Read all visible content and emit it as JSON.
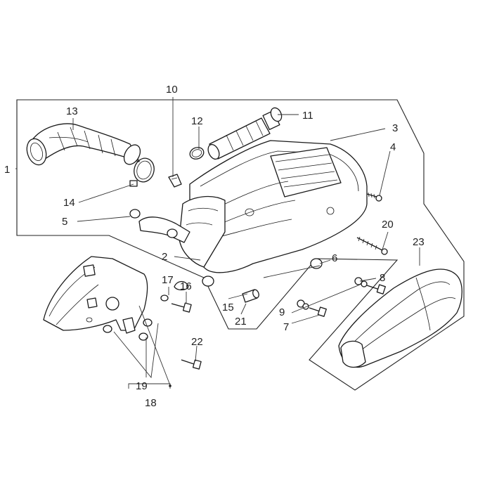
{
  "callouts": [
    {
      "id": "1",
      "text": "1"
    },
    {
      "id": "2",
      "text": "2"
    },
    {
      "id": "3",
      "text": "3"
    },
    {
      "id": "4",
      "text": "4"
    },
    {
      "id": "5",
      "text": "5"
    },
    {
      "id": "6",
      "text": "6"
    },
    {
      "id": "7",
      "text": "7"
    },
    {
      "id": "8",
      "text": "8"
    },
    {
      "id": "9",
      "text": "9"
    },
    {
      "id": "10",
      "text": "10"
    },
    {
      "id": "11",
      "text": "11"
    },
    {
      "id": "12",
      "text": "12"
    },
    {
      "id": "13",
      "text": "13"
    },
    {
      "id": "14",
      "text": "14"
    },
    {
      "id": "15",
      "text": "15"
    },
    {
      "id": "16",
      "text": "16"
    },
    {
      "id": "17",
      "text": "17"
    },
    {
      "id": "18",
      "text": "18"
    },
    {
      "id": "19",
      "text": "19"
    },
    {
      "id": "20",
      "text": "20"
    },
    {
      "id": "21",
      "text": "21"
    },
    {
      "id": "22",
      "text": "22"
    },
    {
      "id": "23",
      "text": "23"
    }
  ]
}
